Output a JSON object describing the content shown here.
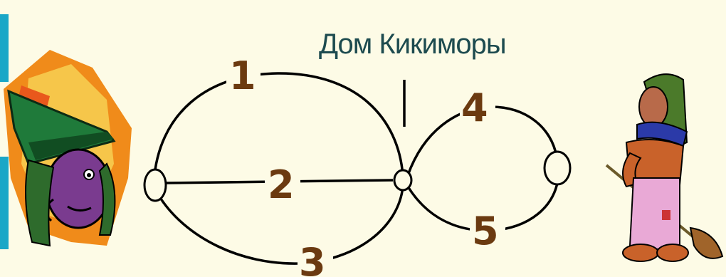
{
  "diagram": {
    "title_label": "Дом Кикиморы",
    "paths": [
      {
        "id": "1",
        "label": "1"
      },
      {
        "id": "2",
        "label": "2"
      },
      {
        "id": "3",
        "label": "3"
      },
      {
        "id": "4",
        "label": "4"
      },
      {
        "id": "5",
        "label": "5"
      }
    ],
    "colors": {
      "background": "#fdfbe6",
      "line": "#000000",
      "number": "#6b3a10",
      "label": "#1d4b4f",
      "accent_left_stripe": "#1aa7c7"
    },
    "characters": [
      {
        "name": "witch-icon"
      },
      {
        "name": "kikimora-icon"
      }
    ]
  }
}
